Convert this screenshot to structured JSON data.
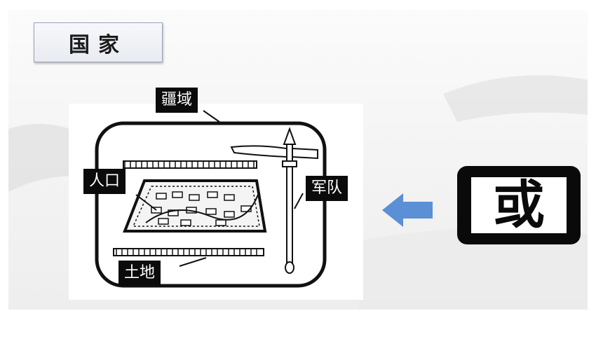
{
  "slide": {
    "title": "国家",
    "labels": {
      "territory": "疆域",
      "population": "人口",
      "army": "军队",
      "land": "土地"
    },
    "glyph_char": "或"
  },
  "colors": {
    "label_bg": "#0b0b0b",
    "label_text": "#ffffff",
    "arrow": "#5b8fd6",
    "line": "#111111"
  },
  "icons": [
    "left-arrow-icon",
    "halberd-icon"
  ]
}
